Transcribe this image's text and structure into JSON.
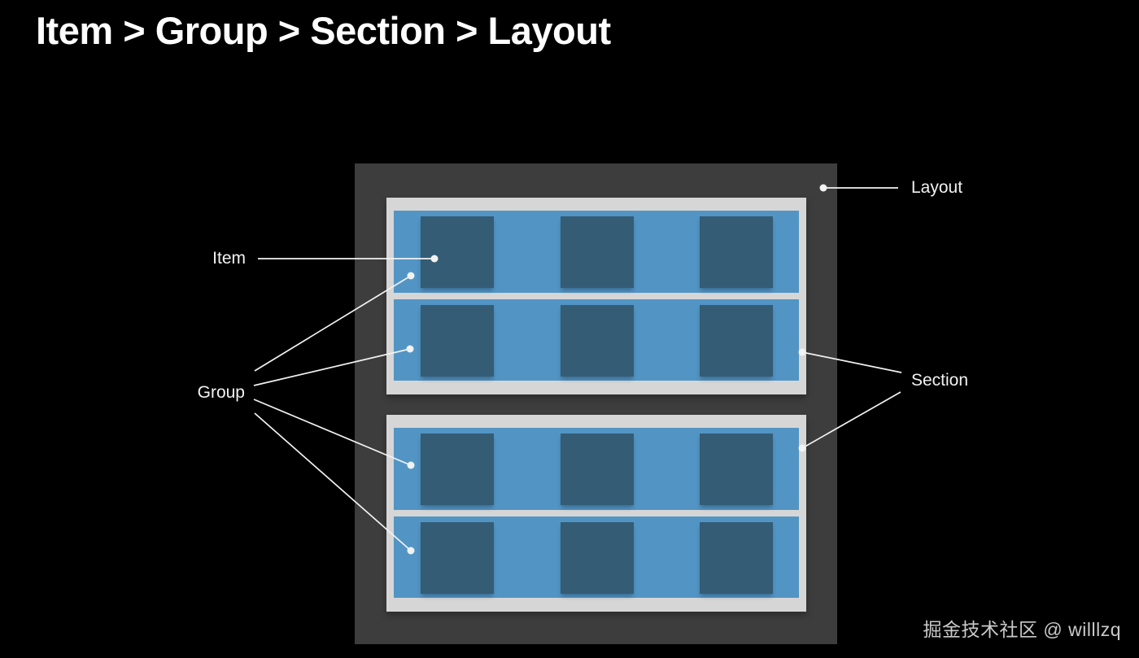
{
  "page": {
    "title": "Item > Group > Section > Layout",
    "watermark": "掘金技术社区 @ willlzq"
  },
  "colors": {
    "background": "#000000",
    "layout-fill": "#3d3d3d",
    "section-fill": "#d6d6d6",
    "group-fill": "#5295c5",
    "item-fill": "#345c74",
    "callout": "#f2f2f2",
    "title-text": "#ffffff",
    "watermark-text": "#c9c9c9"
  },
  "callouts": {
    "item": "Item",
    "group": "Group",
    "section": "Section",
    "layout": "Layout"
  },
  "diagram": {
    "hierarchy": [
      "Item",
      "Group",
      "Section",
      "Layout"
    ],
    "sections": [
      {
        "name": "section-1",
        "groups": [
          {
            "items": 3
          },
          {
            "items": 3
          }
        ]
      },
      {
        "name": "section-2",
        "groups": [
          {
            "items": 3
          },
          {
            "items": 3
          }
        ]
      }
    ]
  }
}
